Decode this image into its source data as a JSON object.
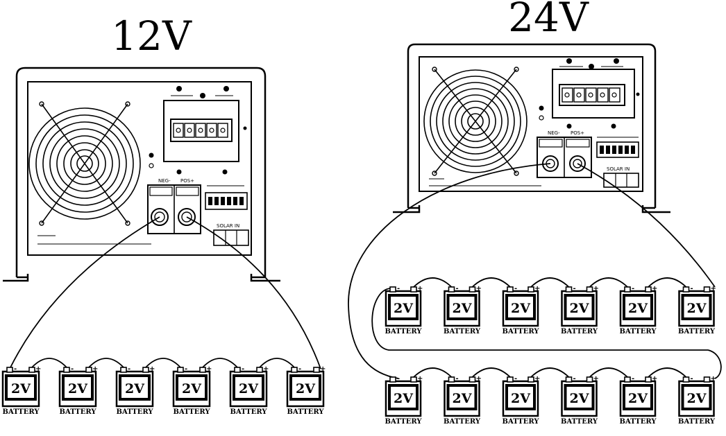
{
  "diagrams": [
    {
      "id": "12v",
      "title": "12V",
      "panel": {
        "neg_label": "NEG-",
        "pos_label": "POS+",
        "solar_label": "SOLAR IN"
      },
      "rows": [
        {
          "batteries": [
            {
              "voltage": "2V",
              "label": "BATTERY"
            },
            {
              "voltage": "2V",
              "label": "BATTERY"
            },
            {
              "voltage": "2V",
              "label": "BATTERY"
            },
            {
              "voltage": "2V",
              "label": "BATTERY"
            },
            {
              "voltage": "2V",
              "label": "BATTERY"
            },
            {
              "voltage": "2V",
              "label": "BATTERY"
            }
          ]
        }
      ]
    },
    {
      "id": "24v",
      "title": "24V",
      "panel": {
        "neg_label": "NEG-",
        "pos_label": "POS+",
        "solar_label": "SOLAR IN"
      },
      "rows": [
        {
          "batteries": [
            {
              "voltage": "2V",
              "label": "BATTERY"
            },
            {
              "voltage": "2V",
              "label": "BATTERY"
            },
            {
              "voltage": "2V",
              "label": "BATTERY"
            },
            {
              "voltage": "2V",
              "label": "BATTERY"
            },
            {
              "voltage": "2V",
              "label": "BATTERY"
            },
            {
              "voltage": "2V",
              "label": "BATTERY"
            }
          ]
        },
        {
          "batteries": [
            {
              "voltage": "2V",
              "label": "BATTERY"
            },
            {
              "voltage": "2V",
              "label": "BATTERY"
            },
            {
              "voltage": "2V",
              "label": "BATTERY"
            },
            {
              "voltage": "2V",
              "label": "BATTERY"
            },
            {
              "voltage": "2V",
              "label": "BATTERY"
            },
            {
              "voltage": "2V",
              "label": "BATTERY"
            }
          ]
        }
      ]
    }
  ],
  "terminal_signs": {
    "negative": "-",
    "positive": "+"
  }
}
